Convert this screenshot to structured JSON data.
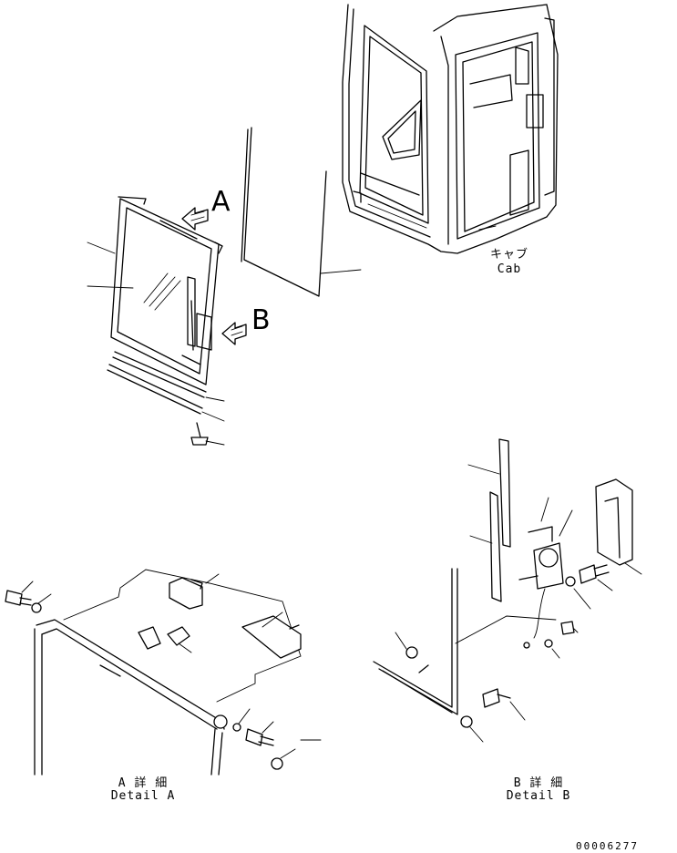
{
  "labels": {
    "cab_jp": "キャブ",
    "cab_en": "Cab",
    "view_a": "A",
    "view_b": "B",
    "detail_a_jp": "A 詳 細",
    "detail_a_en": "Detail A",
    "detail_b_jp": "B 詳 細",
    "detail_b_en": "Detail B",
    "drawing_code": "00006277"
  },
  "icons": {
    "arrow_a": "arrow-icon",
    "arrow_b": "arrow-icon"
  }
}
